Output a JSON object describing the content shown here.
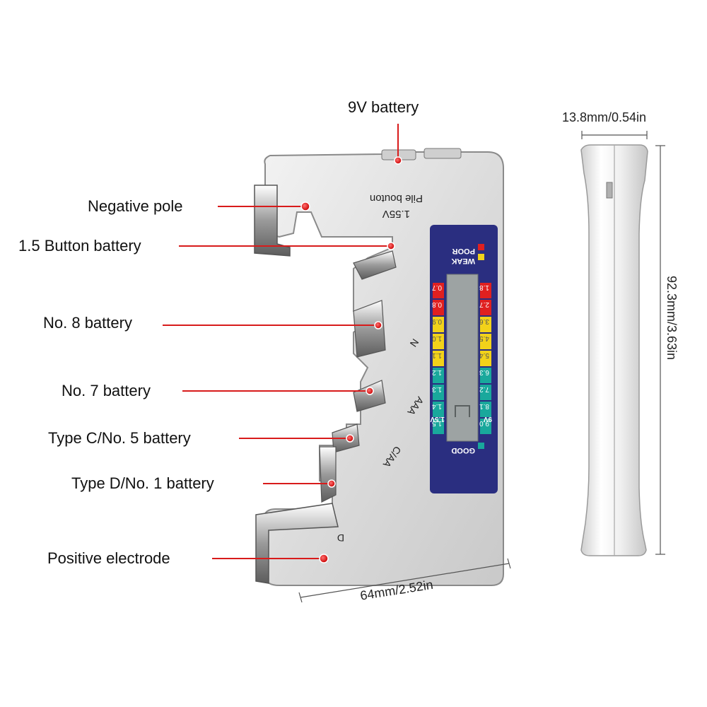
{
  "labels": {
    "battery_9v": "9V battery",
    "negative_pole": "Negative pole",
    "button_battery": "1.5 Button battery",
    "no8_battery": "No. 8 battery",
    "no7_battery": "No. 7 battery",
    "type_c": "Type C/No. 5 battery",
    "type_d": "Type D/No. 1 battery",
    "positive_electrode": "Positive electrode"
  },
  "device_text": {
    "pile_bouton": "Pile bouton",
    "v155": "1.55V",
    "slot_n": "N",
    "slot_aaa": "AAA",
    "slot_caa": "C/AA",
    "slot_d": "D"
  },
  "display": {
    "poor": "POOR",
    "weak": "WEAK",
    "good": "GOOD",
    "left_scale": [
      "0.7",
      "0.8",
      "0.9",
      "1.0",
      "1.1",
      "1.2",
      "1.3",
      "1.4",
      "1.5"
    ],
    "left_unit": "1.5V",
    "right_scale": [
      "1.8",
      "2.7",
      "3.6",
      "4.5",
      "5.4",
      "6.3",
      "7.2",
      "8.1",
      "9.0"
    ],
    "right_unit": "9V"
  },
  "dimensions": {
    "width": "64mm/2.52in",
    "thickness": "13.8mm/0.54in",
    "height": "92.3mm/3.63in"
  },
  "colors": {
    "pointer_line": "#d81b1b",
    "display_bg": "#2a2e80",
    "poor": "#e02020",
    "weak": "#f2d21a",
    "good": "#19a89c"
  }
}
